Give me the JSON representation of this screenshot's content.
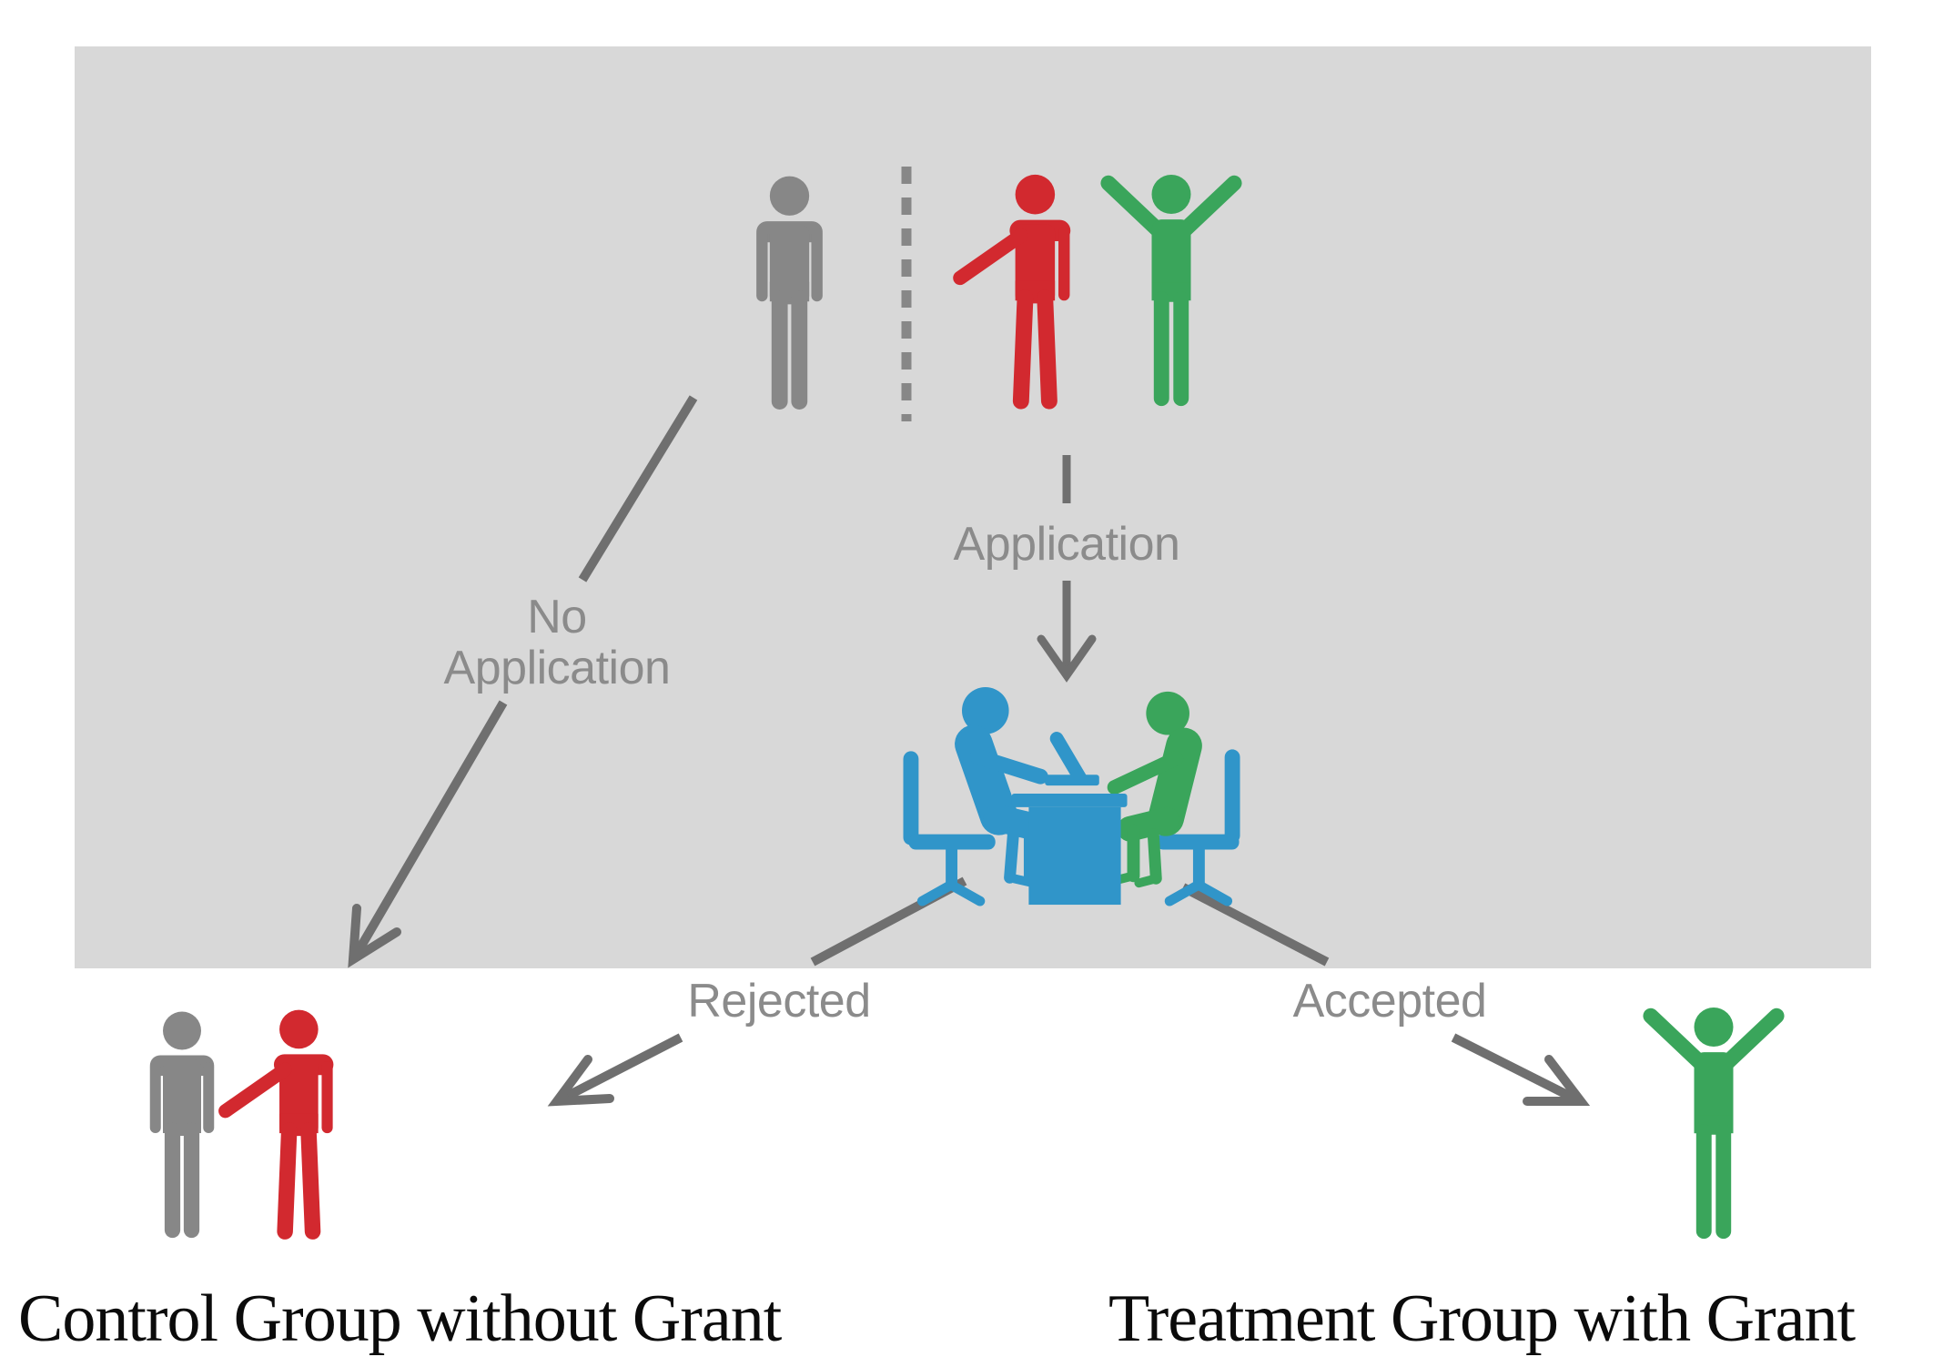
{
  "colors": {
    "panel": "#d8d8d8",
    "gray": "#878787",
    "red": "#d2292f",
    "green": "#3aa55b",
    "blue": "#3095c9",
    "arrow": "#6f6f6f",
    "label": "#8b8b8b",
    "caption": "#0b0b0b",
    "bg": "#ffffff"
  },
  "labels": {
    "application": "Application",
    "no_application_line1": "No",
    "no_application_line2": "Application",
    "rejected": "Rejected",
    "accepted": "Accepted"
  },
  "captions": {
    "control_group": "Control Group without Grant",
    "treatment_group": "Treatment Group with Grant"
  },
  "icons": {
    "non_applicant": "gray-standing-person",
    "applicant_waving": "red-waving-person",
    "applicant_cheering": "green-cheering-person",
    "divider": "dashed-vertical-line",
    "committee": "two-people-meeting-at-desk",
    "control_member_1": "gray-standing-person",
    "control_member_2": "red-waving-person",
    "treatment_member": "green-cheering-person"
  },
  "groups": {
    "population": {
      "non_applicants": 1,
      "applicants": 2
    },
    "control": {
      "members": 2
    },
    "treatment": {
      "members": 1
    }
  }
}
